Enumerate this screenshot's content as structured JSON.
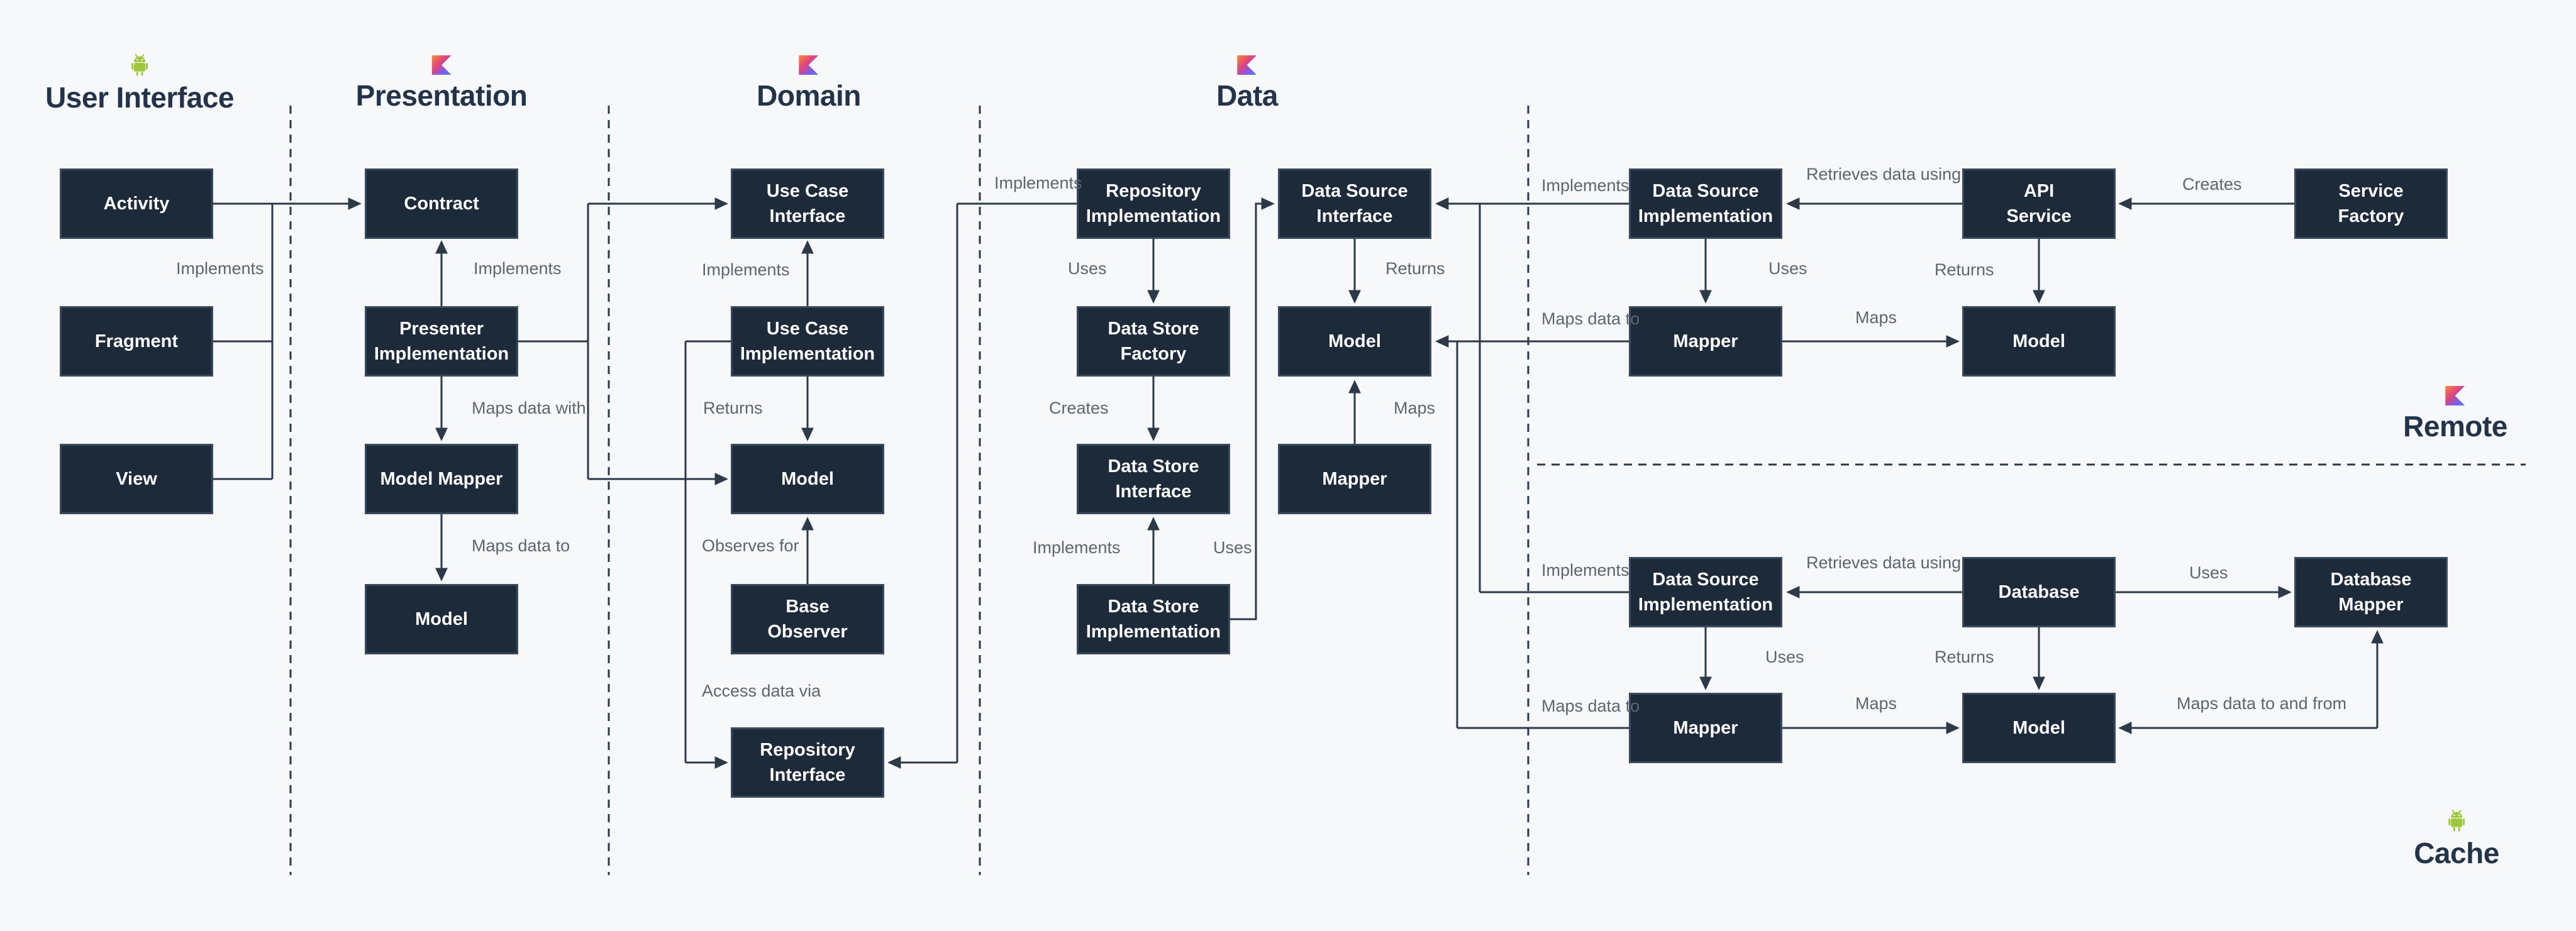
{
  "title": "Android Clean Architecture diagram",
  "colors": {
    "background": "#f7f8f9",
    "node_fill": "#1c2a3a",
    "node_border": "#3a4a5e",
    "node_text": "#ffffff",
    "connector": "#2b3949",
    "edge_label_text": "#5c6670",
    "header_text": "#233349",
    "android_green": "#9EC73B",
    "kotlin_gradient": [
      "#F88C36",
      "#E0457B",
      "#7D5CE8",
      "#4D7FF2"
    ]
  },
  "sections": [
    {
      "id": "user-interface",
      "title": "User Interface",
      "icon": "android-icon"
    },
    {
      "id": "presentation",
      "title": "Presentation",
      "icon": "kotlin-icon"
    },
    {
      "id": "domain",
      "title": "Domain",
      "icon": "kotlin-icon"
    },
    {
      "id": "data",
      "title": "Data",
      "icon": "kotlin-icon"
    },
    {
      "id": "remote",
      "title": "Remote",
      "icon": "kotlin-icon"
    },
    {
      "id": "cache",
      "title": "Cache",
      "icon": "android-icon"
    }
  ],
  "boxes": [
    {
      "id": "activity",
      "section": "user-interface",
      "label": "Activity"
    },
    {
      "id": "fragment",
      "section": "user-interface",
      "label": "Fragment"
    },
    {
      "id": "view",
      "section": "user-interface",
      "label": "View"
    },
    {
      "id": "contract",
      "section": "presentation",
      "label": "Contract"
    },
    {
      "id": "presenter-implementation",
      "section": "presentation",
      "label": "Presenter Implementation"
    },
    {
      "id": "model-mapper",
      "section": "presentation",
      "label": "Model Mapper"
    },
    {
      "id": "presentation-model",
      "section": "presentation",
      "label": "Model"
    },
    {
      "id": "use-case-interface",
      "section": "domain",
      "label": "Use Case Interface"
    },
    {
      "id": "use-case-implementation",
      "section": "domain",
      "label": "Use Case Implementation"
    },
    {
      "id": "domain-model",
      "section": "domain",
      "label": "Model"
    },
    {
      "id": "base-observer",
      "section": "domain",
      "label": "Base Observer"
    },
    {
      "id": "repository-interface",
      "section": "domain",
      "label": "Repository Interface"
    },
    {
      "id": "repository-implementation",
      "section": "data",
      "label": "Repository Implementation"
    },
    {
      "id": "data-store-factory",
      "section": "data",
      "label": "Data Store Factory"
    },
    {
      "id": "data-store-interface",
      "section": "data",
      "label": "Data Store Interface"
    },
    {
      "id": "data-store-implementation",
      "section": "data",
      "label": "Data Store Implementation"
    },
    {
      "id": "data-source-interface",
      "section": "data",
      "label": "Data Source Interface"
    },
    {
      "id": "data-model",
      "section": "data",
      "label": "Model"
    },
    {
      "id": "data-mapper",
      "section": "data",
      "label": "Mapper"
    },
    {
      "id": "remote-data-source-implementation",
      "section": "remote",
      "label": "Data Source Implementation"
    },
    {
      "id": "api-service",
      "section": "remote",
      "label": "API Service"
    },
    {
      "id": "service-factory",
      "section": "remote",
      "label": "Service Factory"
    },
    {
      "id": "remote-mapper",
      "section": "remote",
      "label": "Mapper"
    },
    {
      "id": "remote-model",
      "section": "remote",
      "label": "Model"
    },
    {
      "id": "cache-data-source-implementation",
      "section": "cache",
      "label": "Data Source Implementation"
    },
    {
      "id": "database",
      "section": "cache",
      "label": "Database"
    },
    {
      "id": "database-mapper",
      "section": "cache",
      "label": "Database Mapper"
    },
    {
      "id": "cache-mapper",
      "section": "cache",
      "label": "Mapper"
    },
    {
      "id": "cache-model",
      "section": "cache",
      "label": "Model"
    }
  ],
  "edge_labels": [
    {
      "id": "ui-implements",
      "text": "Implements"
    },
    {
      "id": "presentation-implements",
      "text": "Implements"
    },
    {
      "id": "presentation-maps-data-with",
      "text": "Maps data with"
    },
    {
      "id": "presentation-maps-data-to",
      "text": "Maps data to"
    },
    {
      "id": "domain-implements",
      "text": "Implements"
    },
    {
      "id": "domain-returns",
      "text": "Returns"
    },
    {
      "id": "domain-observes-for",
      "text": "Observes for"
    },
    {
      "id": "domain-access-data-via",
      "text": "Access data via"
    },
    {
      "id": "data-implements",
      "text": "Implements"
    },
    {
      "id": "data-uses",
      "text": "Uses"
    },
    {
      "id": "data-creates",
      "text": "Creates"
    },
    {
      "id": "data-store-implements",
      "text": "Implements"
    },
    {
      "id": "data-store-uses",
      "text": "Uses"
    },
    {
      "id": "data-returns",
      "text": "Returns"
    },
    {
      "id": "data-maps",
      "text": "Maps"
    },
    {
      "id": "remote-implements",
      "text": "Implements"
    },
    {
      "id": "remote-retrieves-data-using",
      "text": "Retrieves data using"
    },
    {
      "id": "remote-creates",
      "text": "Creates"
    },
    {
      "id": "remote-uses",
      "text": "Uses"
    },
    {
      "id": "remote-returns",
      "text": "Returns"
    },
    {
      "id": "remote-maps-data-to",
      "text": "Maps data to"
    },
    {
      "id": "remote-maps",
      "text": "Maps"
    },
    {
      "id": "cache-implements",
      "text": "Implements"
    },
    {
      "id": "cache-retrieves-data-using",
      "text": "Retrieves data using"
    },
    {
      "id": "cache-uses-database-mapper",
      "text": "Uses"
    },
    {
      "id": "cache-uses",
      "text": "Uses"
    },
    {
      "id": "cache-returns",
      "text": "Returns"
    },
    {
      "id": "cache-maps-data-to",
      "text": "Maps data to"
    },
    {
      "id": "cache-maps",
      "text": "Maps"
    },
    {
      "id": "cache-maps-data-to-and-from",
      "text": "Maps data to and from"
    }
  ]
}
